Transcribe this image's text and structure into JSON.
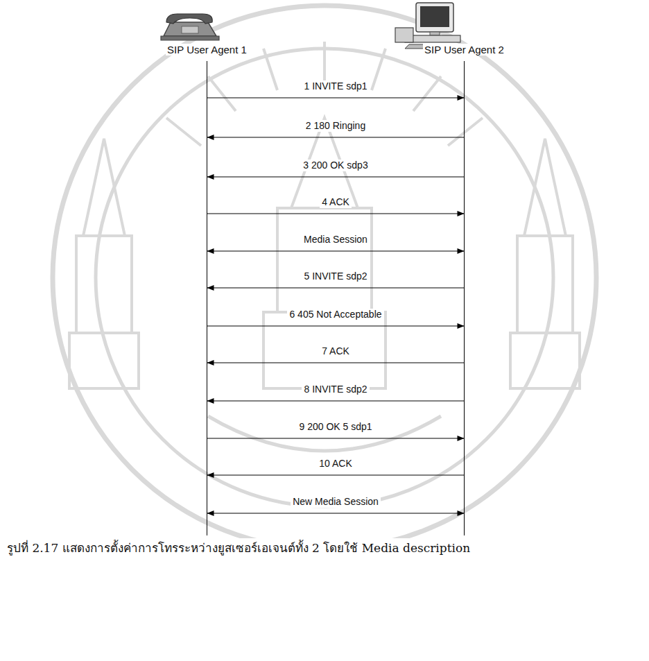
{
  "diagram": {
    "caption": "รูปที่ 2.17 แสดงการตั้งค่าการโทรระหว่างยูสเซอร์เอเจนต์ทั้ง 2 โดยใช้ Media description",
    "nodes": [
      {
        "text": [
          "SIP User Agent 1"
        ]
      },
      {
        "text": [
          "SIP User Agent 2"
        ]
      }
    ],
    "edges": [
      {
        "from": 0,
        "to": 1,
        "arrow": "to",
        "label": "1 INVITE sdp1"
      },
      {
        "from": 1,
        "to": 0,
        "arrow": "to",
        "label": "2 180 Ringing"
      },
      {
        "from": 1,
        "to": 0,
        "arrow": "to",
        "label": "3 200 OK sdp3"
      },
      {
        "from": 0,
        "to": 1,
        "arrow": "to",
        "label": "4 ACK"
      },
      {
        "from": 0,
        "to": 1,
        "arrow": "both",
        "label": "Media Session"
      },
      {
        "from": 1,
        "to": 0,
        "arrow": "to",
        "label": "5 INVITE sdp2"
      },
      {
        "from": 0,
        "to": 1,
        "arrow": "to",
        "label": "6 405 Not Acceptable"
      },
      {
        "from": 1,
        "to": 0,
        "arrow": "to",
        "label": "7 ACK"
      },
      {
        "from": 1,
        "to": 0,
        "arrow": "to",
        "label": "8 INVITE sdp2"
      },
      {
        "from": 0,
        "to": 1,
        "arrow": "to",
        "label": "9 200 OK 5 sdp1"
      },
      {
        "from": 1,
        "to": 0,
        "arrow": "to",
        "label": "10 ACK"
      },
      {
        "from": 0,
        "to": 1,
        "arrow": "both",
        "label": "New Media Session"
      }
    ]
  }
}
